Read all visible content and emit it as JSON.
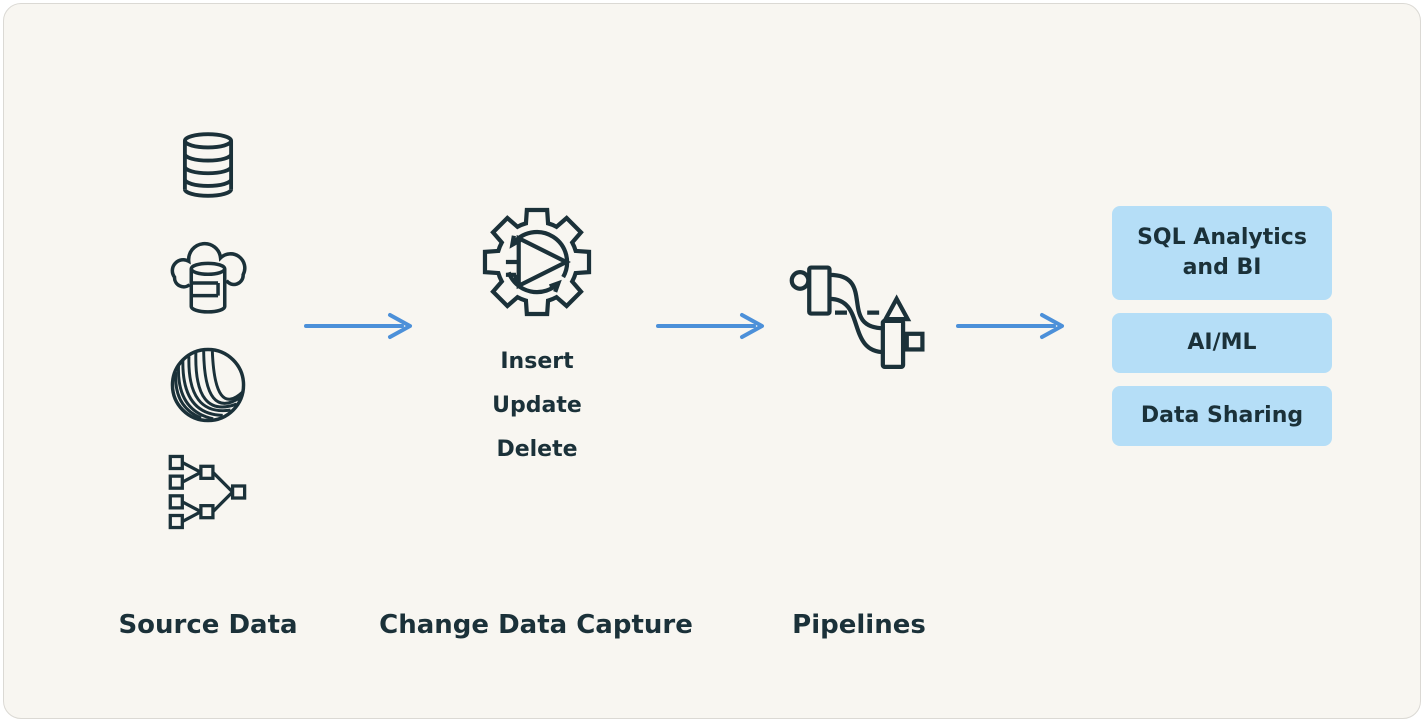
{
  "diagram": {
    "type": "flow",
    "colors": {
      "navy_ink": "#1B3139",
      "arrow_blue": "#4C90D9",
      "output_box_blue": "#B5DEF7",
      "card_background": "#F8F6F1"
    },
    "stages": [
      {
        "label": "Source Data",
        "icons": [
          "database-stack-icon",
          "cloud-database-icon",
          "striped-sphere-icon",
          "merge-tree-icon"
        ]
      },
      {
        "label": "Change Data Capture",
        "icons": [
          "cdc-gear-icon"
        ],
        "operations": [
          "Insert",
          "Update",
          "Delete"
        ]
      },
      {
        "label": "Pipelines",
        "icons": [
          "pipeline-icon"
        ]
      }
    ],
    "arrows": [
      "flow-arrow",
      "flow-arrow",
      "flow-arrow"
    ],
    "outputs": [
      {
        "label": "SQL Analytics and BI"
      },
      {
        "label": "AI/ML"
      },
      {
        "label": "Data Sharing"
      }
    ]
  }
}
